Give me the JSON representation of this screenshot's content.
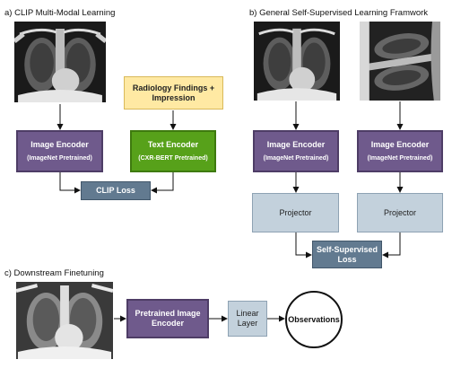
{
  "panels": {
    "a": {
      "title": "a) CLIP Multi-Modal Learning",
      "text_input": "Radiology Findings + Impression",
      "image_encoder": {
        "title": "Image Encoder",
        "subtitle": "(ImageNet Pretrained)"
      },
      "text_encoder": {
        "title": "Text Encoder",
        "subtitle": "(CXR-BERT Pretrained)"
      },
      "loss": "CLIP Loss"
    },
    "b": {
      "title": "b) General Self-Supervised Learning Framwork",
      "image_encoder_left": {
        "title": "Image Encoder",
        "subtitle": "(ImageNet Pretrained)"
      },
      "image_encoder_right": {
        "title": "Image Encoder",
        "subtitle": "(ImageNet Pretrained)"
      },
      "projector_left": "Projector",
      "projector_right": "Projector",
      "loss": "Self-Supervised Loss"
    },
    "c": {
      "title": "c) Downstream  Finetuning",
      "encoder": "Pretrained Image Encoder",
      "linear_layer": "Linear Layer",
      "output": "Observations"
    }
  },
  "colors": {
    "encoder": "#6f5a8c",
    "text_encoder": "#57a11a",
    "text_input": "#ffe9a3",
    "loss": "#627a90",
    "projector": "#c3d1dc"
  }
}
